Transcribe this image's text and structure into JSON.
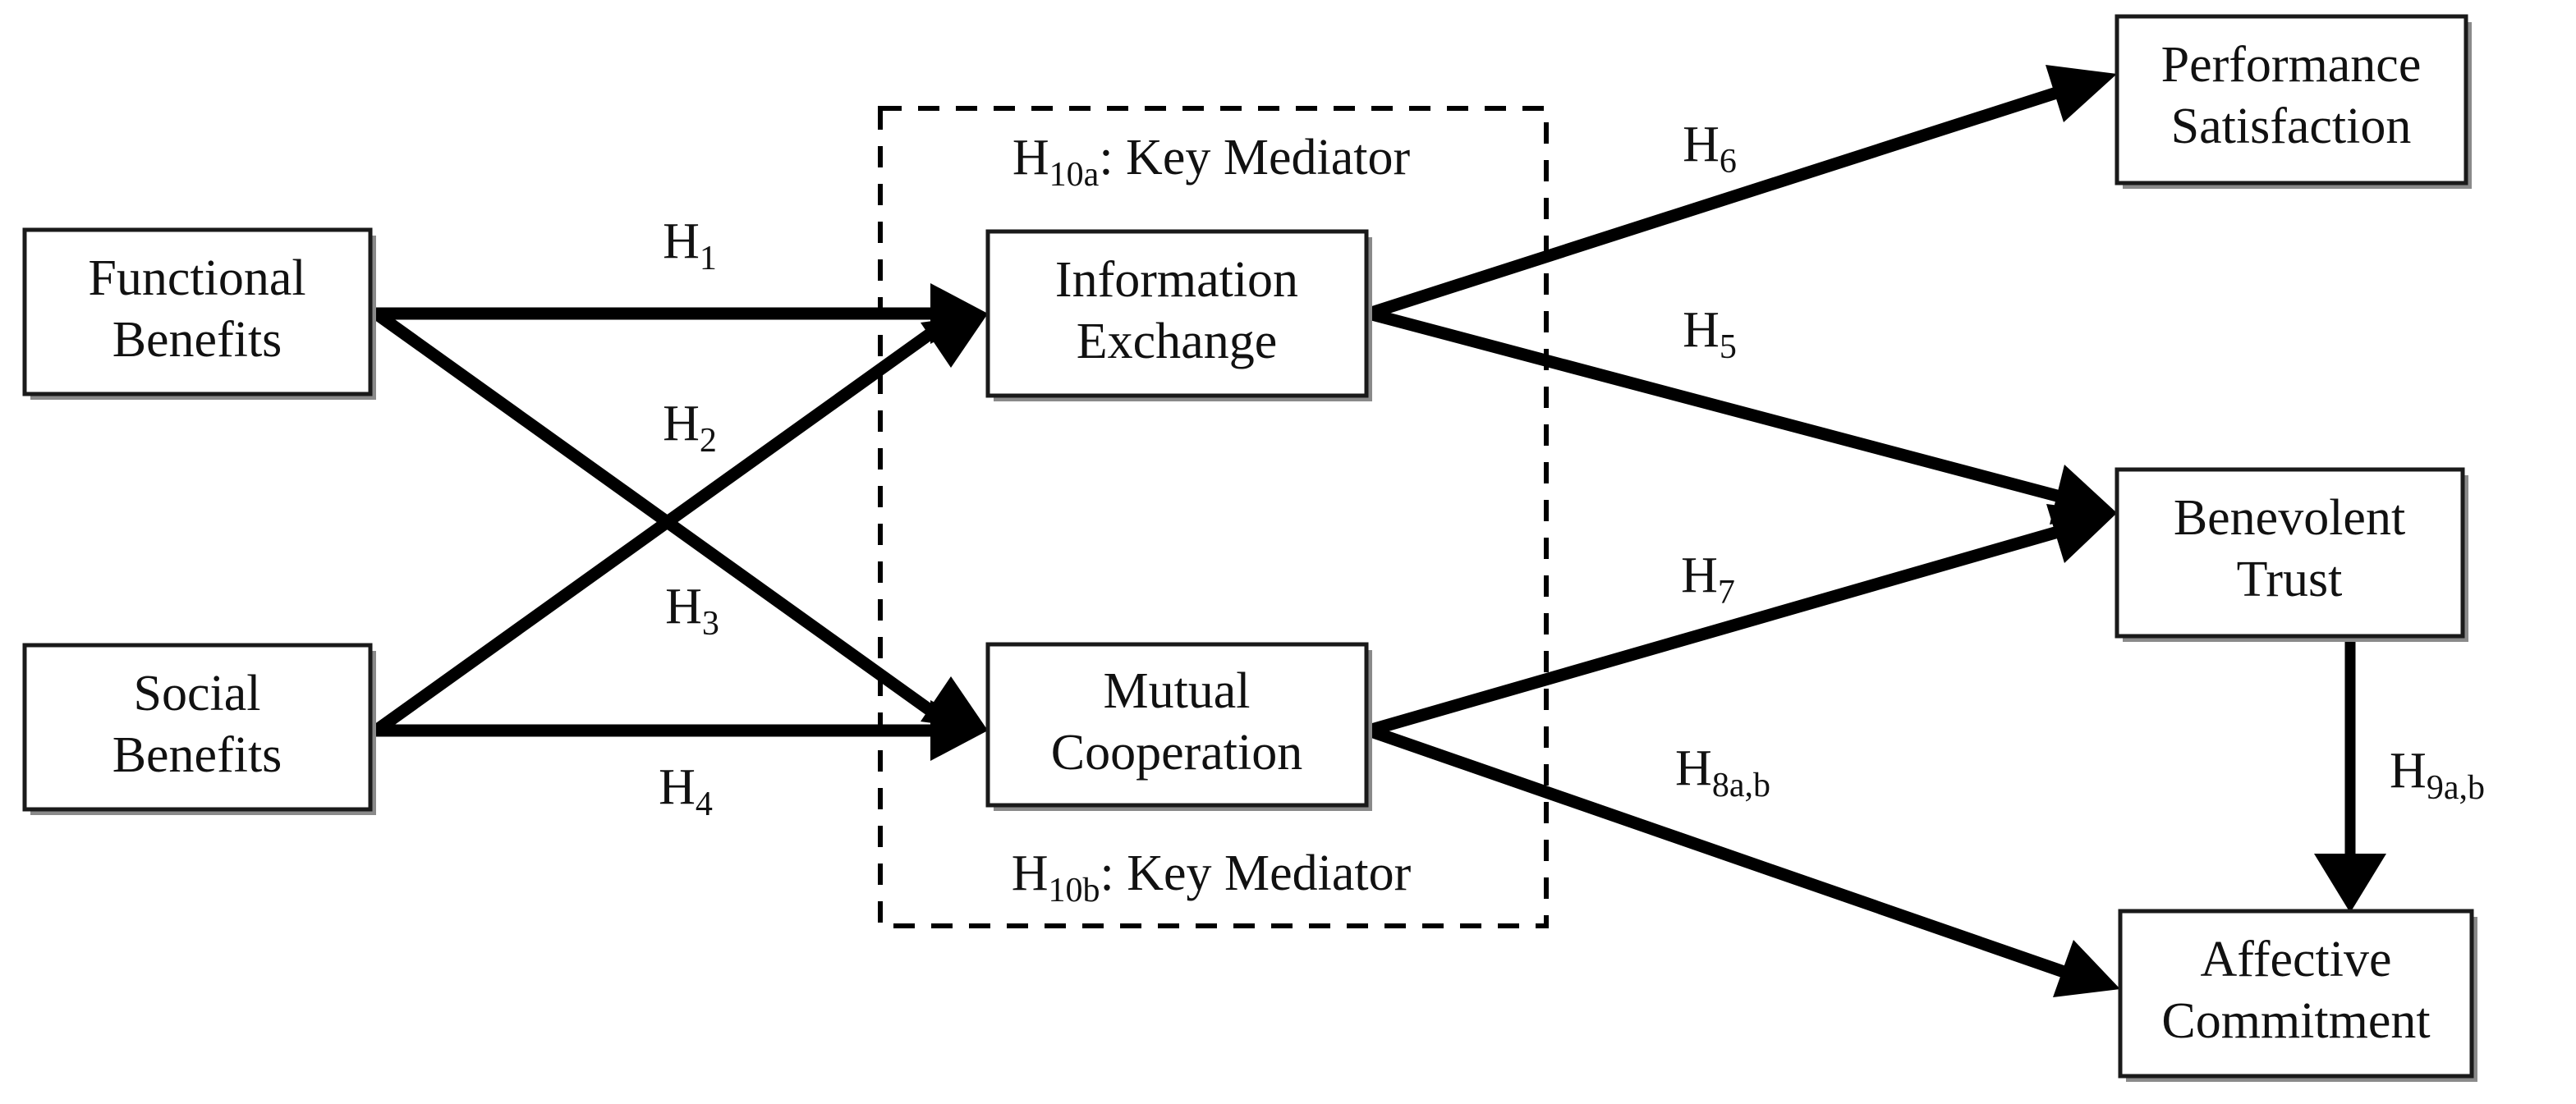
{
  "diagram": {
    "type": "conceptual-research-model",
    "background_color": "#ffffff",
    "line_color": "#000000",
    "box_border_color": "#1a1a1a",
    "nodes": {
      "functional_benefits": {
        "line1": "Functional",
        "line2": "Benefits"
      },
      "social_benefits": {
        "line1": "Social",
        "line2": "Benefits"
      },
      "information_exchange": {
        "line1": "Information",
        "line2": "Exchange"
      },
      "mutual_cooperation": {
        "line1": "Mutual",
        "line2": "Cooperation"
      },
      "performance_satisfaction": {
        "line1": "Performance",
        "line2": "Satisfaction"
      },
      "benevolent_trust": {
        "line1": "Benevolent",
        "line2": "Trust"
      },
      "affective_commitment": {
        "line1": "Affective",
        "line2": "Commitment"
      }
    },
    "mediator_group": {
      "top_label_base": "H",
      "top_label_sub": "10a",
      "top_label_rest": ": Key Mediator",
      "bottom_label_base": "H",
      "bottom_label_sub": "10b",
      "bottom_label_rest": ": Key Mediator"
    },
    "hypotheses": [
      {
        "id": "h1",
        "base": "H",
        "sub": "1",
        "from": "functional_benefits",
        "to": "information_exchange"
      },
      {
        "id": "h2",
        "base": "H",
        "sub": "2",
        "from": "functional_benefits",
        "to": "mutual_cooperation"
      },
      {
        "id": "h3",
        "base": "H",
        "sub": "3",
        "from": "social_benefits",
        "to": "information_exchange"
      },
      {
        "id": "h4",
        "base": "H",
        "sub": "4",
        "from": "social_benefits",
        "to": "mutual_cooperation"
      },
      {
        "id": "h5",
        "base": "H",
        "sub": "5",
        "from": "information_exchange",
        "to": "benevolent_trust"
      },
      {
        "id": "h6",
        "base": "H",
        "sub": "6",
        "from": "information_exchange",
        "to": "performance_satisfaction"
      },
      {
        "id": "h7",
        "base": "H",
        "sub": "7",
        "from": "mutual_cooperation",
        "to": "benevolent_trust"
      },
      {
        "id": "h8",
        "base": "H",
        "sub": "8a,b",
        "from": "mutual_cooperation",
        "to": "affective_commitment"
      },
      {
        "id": "h9",
        "base": "H",
        "sub": "9a,b",
        "from": "benevolent_trust",
        "to": "affective_commitment"
      }
    ]
  }
}
